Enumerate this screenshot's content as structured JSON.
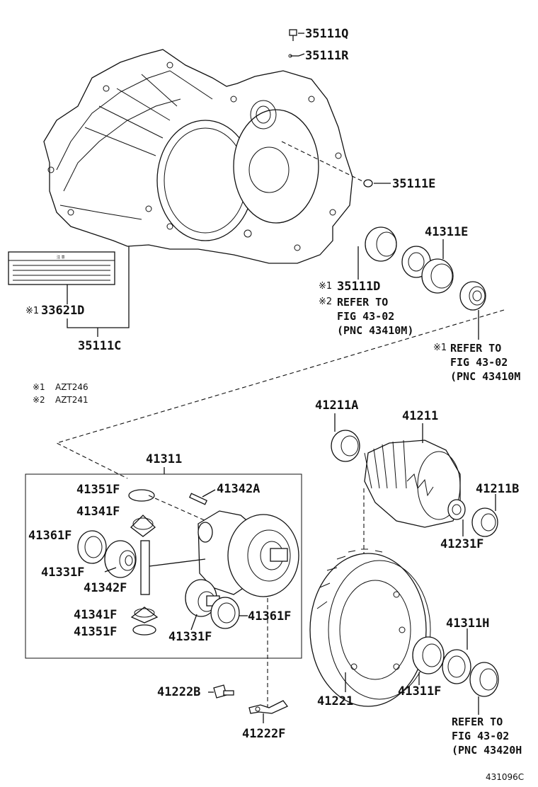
{
  "parts": {
    "p35111Q": "35111Q",
    "p35111R": "35111R",
    "p35111E": "35111E",
    "p41311E": "41311E",
    "p35111D": "35111D",
    "p33621D": "33621D",
    "p35111C": "35111C",
    "p41211A": "41211A",
    "p41211": "41211",
    "p41211B": "41211B",
    "p41231F": "41231F",
    "p41311": "41311",
    "p41351F_top": "41351F",
    "p41342A": "41342A",
    "p41341F_top": "41341F",
    "p41361F_left": "41361F",
    "p41331F_left": "41331F",
    "p41342F": "41342F",
    "p41341F_bot": "41341F",
    "p41351F_bot": "41351F",
    "p41331F_bot": "41331F",
    "p41361F_right": "41361F",
    "p41311H": "41311H",
    "p41311F": "41311F",
    "p41221": "41221",
    "p41222B": "41222B",
    "p41222F": "41222F"
  },
  "marks": {
    "m1": "※1",
    "m2": "※2"
  },
  "refs": {
    "ref_a_line1": "REFER TO",
    "ref_a_line2": "FIG 43-02",
    "ref_a_line3": "(PNC 43410M)",
    "ref_b_line1": "REFER TO",
    "ref_b_line2": "FIG 43-02",
    "ref_b_line3": "(PNC 43410M",
    "ref_c_line1": "REFER TO",
    "ref_c_line2": "FIG 43-02",
    "ref_c_line3": "(PNC 43420H"
  },
  "notes": {
    "n1_mark": "※1",
    "n1_text": "AZT246",
    "n2_mark": "※2",
    "n2_text": "AZT241"
  },
  "label_sticker": {
    "title": "注 意"
  },
  "figure_code": "431096C"
}
